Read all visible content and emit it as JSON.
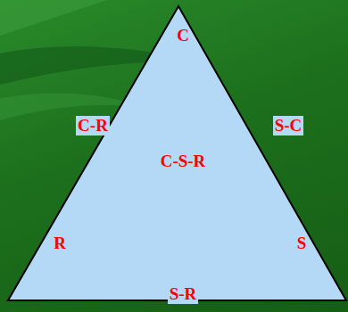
{
  "diagram": {
    "nodes": [
      {
        "text": [
          "C",
          "C-R",
          "S-C",
          "C-S-R",
          "R",
          "S",
          "S-R"
        ]
      }
    ]
  }
}
